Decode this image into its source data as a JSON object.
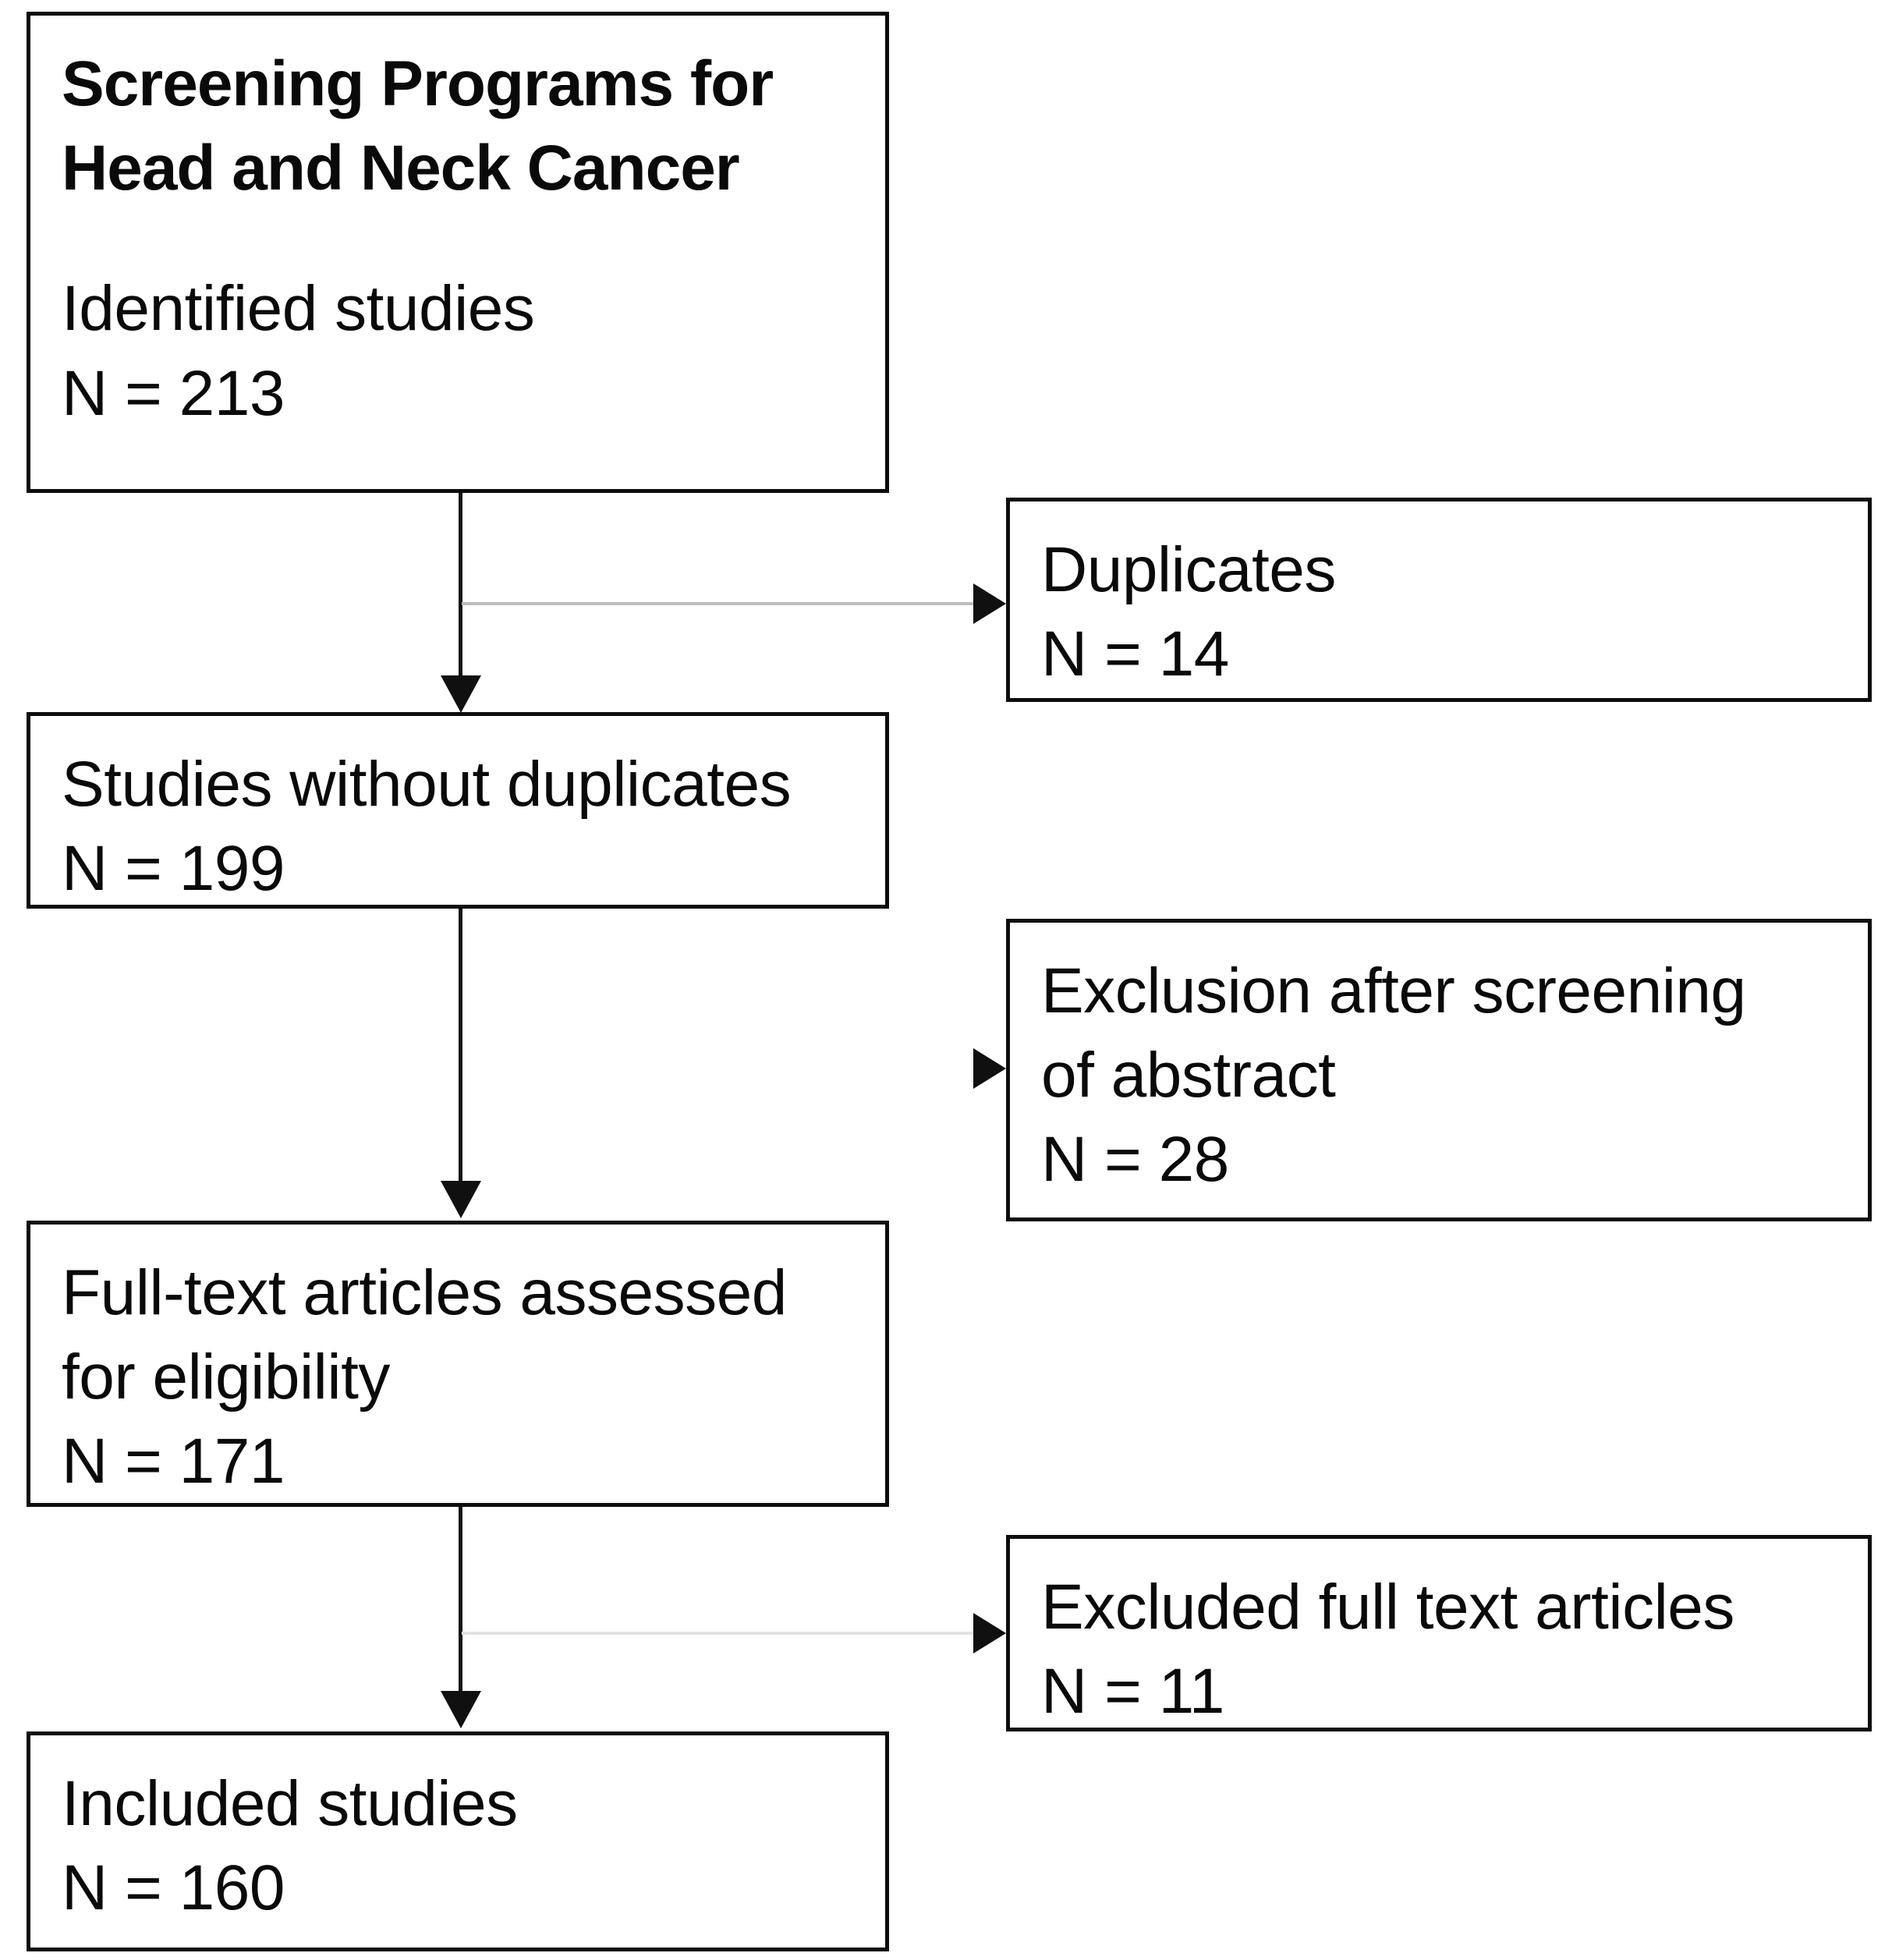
{
  "diagram": {
    "type": "prisma-flow-diagram",
    "title": "Screening Programs for Head and Neck Cancer",
    "colors": {
      "box_border": "#0d0d0d",
      "text": "#0a0a0a",
      "connector": "#101010",
      "faint_connector": "#bdbdbd",
      "background": "#ffffff"
    }
  },
  "nodes": {
    "identified": {
      "title_line1": "Screening Programs for",
      "title_line2": "Head and Neck Cancer",
      "label": "Identified studies",
      "count": "N = 213"
    },
    "studies_without_duplicates": {
      "label": "Studies without duplicates",
      "count": "N = 199"
    },
    "full_text_assessed": {
      "label_line1": "Full-text articles assessed",
      "label_line2": "for eligibility",
      "count": "N = 171"
    },
    "included_studies": {
      "label": "Included studies",
      "count": "N = 160"
    },
    "duplicates": {
      "label": "Duplicates",
      "count": "N = 14"
    },
    "excluded_after_abstract": {
      "label_line1": "Exclusion after screening",
      "label_line2": "of abstract",
      "count": "N = 28"
    },
    "excluded_full_text": {
      "label": "Excluded full text articles",
      "count": "N = 11"
    }
  },
  "connectors": [
    {
      "from": "identified",
      "to": "studies_without_duplicates",
      "direction": "down"
    },
    {
      "from": "identified",
      "to": "duplicates",
      "direction": "right"
    },
    {
      "from": "studies_without_duplicates",
      "to": "full_text_assessed",
      "direction": "down"
    },
    {
      "from": "studies_without_duplicates",
      "to": "excluded_after_abstract",
      "direction": "right"
    },
    {
      "from": "full_text_assessed",
      "to": "included_studies",
      "direction": "down"
    },
    {
      "from": "full_text_assessed",
      "to": "excluded_full_text",
      "direction": "right"
    }
  ]
}
